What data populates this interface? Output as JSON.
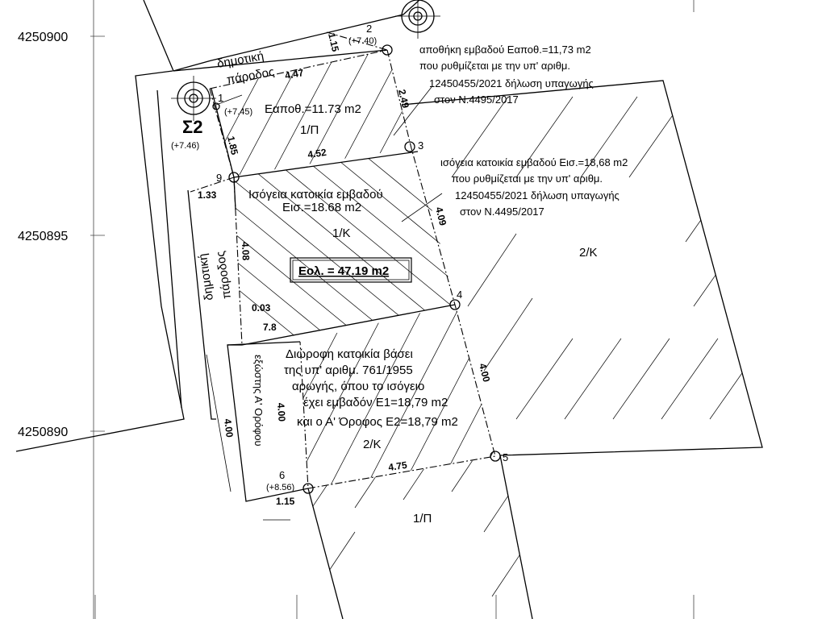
{
  "northings": [
    "4250900",
    "4250895",
    "4250890"
  ],
  "station": {
    "name": "Σ2",
    "elevation": "(+7.46)"
  },
  "points": [
    {
      "id": "1",
      "elevation": "(+7.45)"
    },
    {
      "id": "2",
      "elevation": "(+7.40)"
    },
    {
      "id": "3",
      "elevation": ""
    },
    {
      "id": "4",
      "elevation": ""
    },
    {
      "id": "5",
      "elevation": ""
    },
    {
      "id": "6",
      "elevation": "(+8.56)"
    },
    {
      "id": "9",
      "elevation": ""
    }
  ],
  "street_labels": {
    "top_line1": "δημοτική",
    "top_line2": "πάροδος",
    "left_line1": "δημοτική",
    "left_line2": "πάροδος"
  },
  "storage_note": [
    "αποθήκη εμβαδού Εαποθ.=11,73 m2",
    "που ρυθμίζεται με την υπ' αριθμ.",
    "12450455/2021 δήλωση υπαγωγής",
    "στον Ν.4495/2017"
  ],
  "ground_note": [
    "ισόγεια κατοικία εμβαδού Εισ.=18,68 m2",
    "που ρυθμίζεται με την υπ' αριθμ.",
    "12450455/2021 δήλωση υπαγωγής",
    "στον Ν.4495/2017"
  ],
  "storage_area": "Εαποθ.=11.73 m2",
  "storage_code": "1/Π",
  "house_label_line1": "Ισόγεια κατοικία εμβαδού",
  "house_label_line2": "Εισ.=18.68 m2",
  "house_code": "1/K",
  "total_area": "Εολ. = 47.19 m2",
  "two_storey_note": [
    "Διώροφη κατοικία βάσει",
    "της υπ' αριθμ. 761/1955",
    "αρωγής, όπου το ισόγειο",
    "έχει εμβαδόν Ε1=18,79 m2",
    "και ο Α' Όροφος Ε2=18,79 m2"
  ],
  "two_storey_code": "2/K",
  "right_code": "2/K",
  "bottom_code": "1/Π",
  "floor_outline_label": "εξώστης Α' Ορόφου",
  "dimensions": {
    "d_1_15_top": "1.15",
    "d_4_47": "4.47",
    "d_2_49": "2.49",
    "d_1_85": "1.85",
    "d_4_52": "4.52",
    "d_1_33": "1.33",
    "d_4_09": "4.09",
    "d_4_08": "4.08",
    "d_0_03": "0.03",
    "d_7_8": "7.8",
    "d_4_00_right": "4.00",
    "d_4_00_left": "4.00",
    "d_4_00_mid": "4.00",
    "d_4_75": "4.75",
    "d_1_15_bottom": "1.15"
  }
}
